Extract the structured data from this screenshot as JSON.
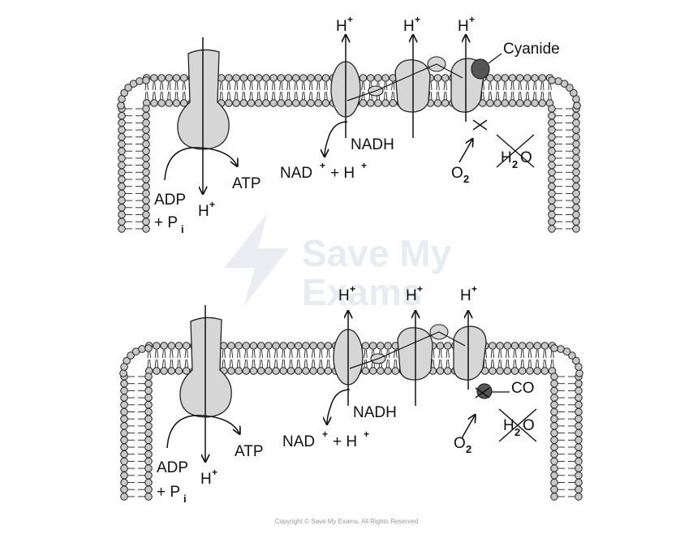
{
  "watermark": {
    "line1": "Save My",
    "line2": "Exams"
  },
  "copyright": "Copyright © Save My Exams. All Rights Reserved",
  "panels": [
    {
      "inhibitor": "Cyanide",
      "h_label": "H",
      "plus": "+",
      "nadh": "NADH",
      "nad": "NAD",
      "nad_rest": "+ H",
      "atp": "ATP",
      "adp": "ADP",
      "pi_prefix": "+ P",
      "pi_sub": "i",
      "o": "O",
      "o_sub": "2",
      "h2o_h": "H",
      "h2o_sub": "2",
      "h2o_o": "O"
    },
    {
      "inhibitor": "CO",
      "h_label": "H",
      "plus": "+",
      "nadh": "NADH",
      "nad": "NAD",
      "nad_rest": "+ H",
      "atp": "ATP",
      "adp": "ADP",
      "pi_prefix": "+ P",
      "pi_sub": "i",
      "o": "O",
      "o_sub": "2",
      "h2o_h": "H",
      "h2o_sub": "2",
      "h2o_o": "O"
    }
  ]
}
